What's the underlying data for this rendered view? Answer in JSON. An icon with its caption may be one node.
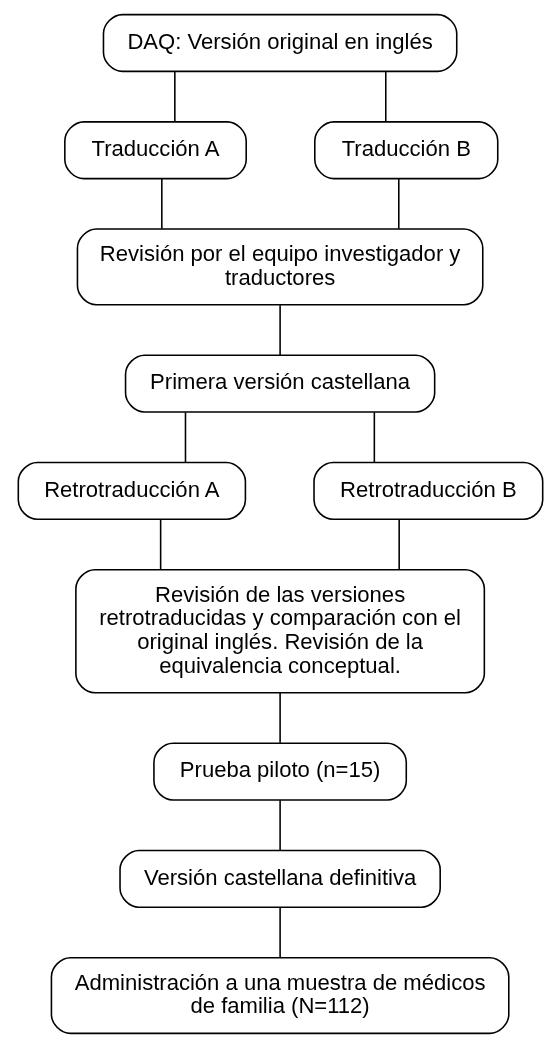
{
  "diagram": {
    "nodes": [
      {
        "text": [
          "DAQ: Versión original en inglés"
        ]
      },
      {
        "text": [
          "Traducción A"
        ]
      },
      {
        "text": [
          "Traducción B"
        ]
      },
      {
        "text": [
          "Revisión por el equipo investigador y traductores"
        ]
      },
      {
        "text": [
          "Primera versión castellana"
        ]
      },
      {
        "text": [
          "Retrotraducción A"
        ]
      },
      {
        "text": [
          "Retrotraducción B"
        ]
      },
      {
        "text": [
          "Revisión de las versiones retrotraducidas y comparación con el original inglés. Revisión de la equivalencia conceptual."
        ]
      },
      {
        "text": [
          "Prueba piloto (n=15)"
        ]
      },
      {
        "text": [
          "Versión castellana definitiva"
        ]
      },
      {
        "text": [
          "Administración a una muestra de médicos de familia (N=112)"
        ]
      }
    ],
    "edges": [
      {
        "from": 0,
        "to": 1,
        "arrow": "none"
      },
      {
        "from": 0,
        "to": 2,
        "arrow": "none"
      },
      {
        "from": 1,
        "to": 3,
        "arrow": "none"
      },
      {
        "from": 2,
        "to": 3,
        "arrow": "none"
      },
      {
        "from": 3,
        "to": 4,
        "arrow": "none"
      },
      {
        "from": 4,
        "to": 5,
        "arrow": "none"
      },
      {
        "from": 4,
        "to": 6,
        "arrow": "none"
      },
      {
        "from": 5,
        "to": 7,
        "arrow": "none"
      },
      {
        "from": 6,
        "to": 7,
        "arrow": "none"
      },
      {
        "from": 7,
        "to": 8,
        "arrow": "none"
      },
      {
        "from": 8,
        "to": 9,
        "arrow": "none"
      },
      {
        "from": 9,
        "to": 10,
        "arrow": "none"
      }
    ]
  }
}
